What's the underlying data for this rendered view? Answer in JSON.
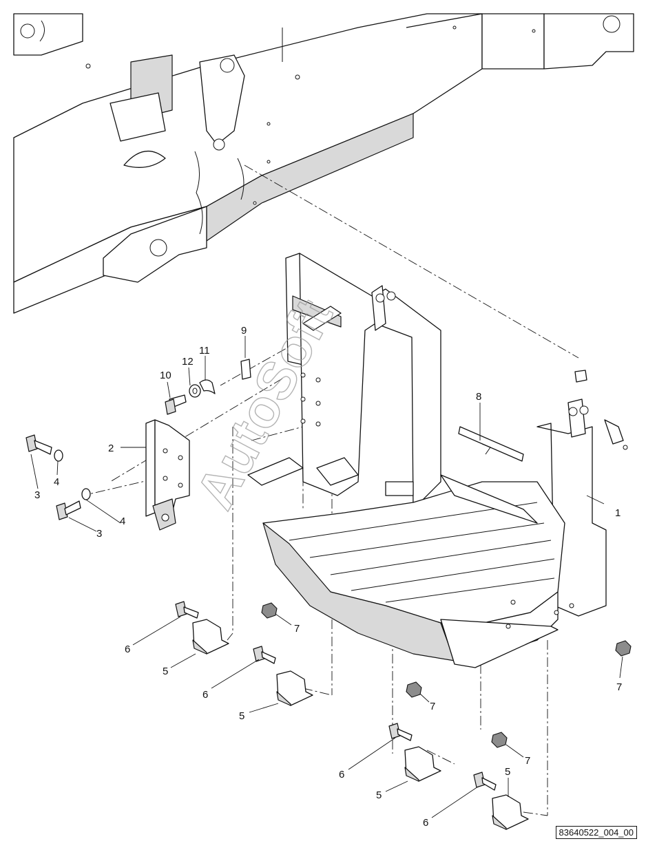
{
  "callouts": {
    "c1": "1",
    "c2": "2",
    "c3a": "3",
    "c3b": "3",
    "c4a": "4",
    "c4b": "4",
    "c5a": "5",
    "c5b": "5",
    "c5c": "5",
    "c5d": "5",
    "c6a": "6",
    "c6b": "6",
    "c6c": "6",
    "c6d": "6",
    "c7a": "7",
    "c7b": "7",
    "c7c": "7",
    "c7d": "7",
    "c8": "8",
    "c9": "9",
    "c10": "10",
    "c11": "11",
    "c12": "12"
  },
  "watermark": "AutoSoft",
  "reference_code": "83640522_004_00"
}
